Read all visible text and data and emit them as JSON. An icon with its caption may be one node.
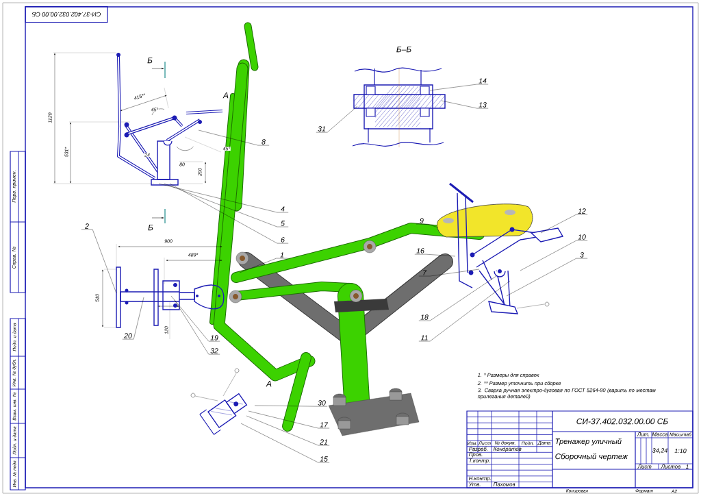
{
  "diagram": {
    "nodes": [
      {
        "text": [
          "14"
        ]
      },
      {
        "text": [
          "13"
        ]
      },
      {
        "text": [
          "31"
        ]
      },
      {
        "text": [
          "8"
        ]
      },
      {
        "text": [
          "4"
        ]
      },
      {
        "text": [
          "12"
        ]
      },
      {
        "text": [
          "9"
        ]
      },
      {
        "text": [
          "5"
        ]
      },
      {
        "text": [
          "10"
        ]
      },
      {
        "text": [
          "6"
        ]
      },
      {
        "text": [
          "2"
        ]
      },
      {
        "text": [
          "16"
        ]
      },
      {
        "text": [
          "3"
        ]
      },
      {
        "text": [
          "1"
        ]
      },
      {
        "text": [
          "7"
        ]
      },
      {
        "text": [
          "18"
        ]
      },
      {
        "text": [
          "20"
        ]
      },
      {
        "text": [
          "19"
        ]
      },
      {
        "text": [
          "11"
        ]
      },
      {
        "text": [
          "32"
        ]
      },
      {
        "text": [
          "30"
        ]
      },
      {
        "text": [
          "17"
        ]
      },
      {
        "text": [
          "21"
        ]
      },
      {
        "text": [
          "15"
        ]
      },
      {
        "text": [],
        "shape": "picture"
      },
      {
        "text": [],
        "shape": "picture"
      },
      {
        "text": [],
        "shape": "picture"
      },
      {
        "text": [],
        "shape": "picture"
      },
      {
        "text": [],
        "shape": "picture"
      }
    ],
    "edges": [
      {
        "from": 0,
        "to": 25,
        "arrow": "none"
      },
      {
        "from": 1,
        "to": 25,
        "arrow": "none"
      },
      {
        "from": 2,
        "to": 25,
        "arrow": "none"
      },
      {
        "from": 3,
        "to": 24,
        "arrow": "none"
      },
      {
        "from": 4,
        "to": 24,
        "arrow": "none"
      },
      {
        "from": 5,
        "to": 27,
        "arrow": "none"
      },
      {
        "from": 6,
        "to": null,
        "arrow": "none"
      },
      {
        "from": 7,
        "to": 24,
        "arrow": "none"
      },
      {
        "from": 8,
        "to": 27,
        "arrow": "none"
      },
      {
        "from": 9,
        "to": 24,
        "arrow": "none"
      },
      {
        "from": 10,
        "to": 26,
        "arrow": "none"
      },
      {
        "from": 11,
        "to": 27,
        "arrow": "none"
      },
      {
        "from": 12,
        "to": 27,
        "arrow": "none"
      },
      {
        "from": 13,
        "to": null,
        "arrow": "none"
      },
      {
        "from": 14,
        "to": 27,
        "arrow": "none"
      },
      {
        "from": 15,
        "to": 27,
        "arrow": "none"
      },
      {
        "from": 16,
        "to": 26,
        "arrow": "none"
      },
      {
        "from": 17,
        "to": 26,
        "arrow": "none"
      },
      {
        "from": 18,
        "to": 27,
        "arrow": "none"
      },
      {
        "from": 19,
        "to": 26,
        "arrow": "none"
      },
      {
        "from": 20,
        "to": 28,
        "arrow": "none"
      },
      {
        "from": 21,
        "to": 28,
        "arrow": "none"
      },
      {
        "from": 22,
        "to": 28,
        "arrow": "none"
      },
      {
        "from": 23,
        "to": 28,
        "arrow": "none"
      }
    ],
    "labels": [
      "СИ-37.402.032.00.00 СБ",
      "Б",
      "А",
      "Б–Б",
      "415**",
      "45°",
      "1120",
      "531*",
      "45°",
      "24",
      "80",
      "200",
      "Б",
      "900",
      "489*",
      "510",
      "120",
      "А",
      "1. * Размеры для справок",
      "2. ** Размер уточнить при сборке",
      "3. Сварка ручная электро-дуговая по ГОСТ 5264-80 (варить по местам прилегания деталей)",
      "СИ-37.402.032.00.00 СБ",
      "Изм.",
      "Лист",
      "№ докум.",
      "Подп.",
      "Дата",
      "Разраб.",
      "Кондратов",
      "Пров.",
      "Т.контр.",
      "Н.контр.",
      "Утв.",
      "Пахомов",
      "Тренажер уличный",
      "Сборочный чертеж",
      "Лит.",
      "Масса",
      "Масштаб",
      "34,24",
      "1:10",
      "Лист",
      "Листов",
      "1",
      "Копировал",
      "Формат",
      "A2",
      "Перв. примен.",
      "Справ. №",
      "Подп. и дата",
      "Инв. № дубл.",
      "Взам. инв. №",
      "Подп. и дата",
      "Инв. № подл."
    ]
  }
}
